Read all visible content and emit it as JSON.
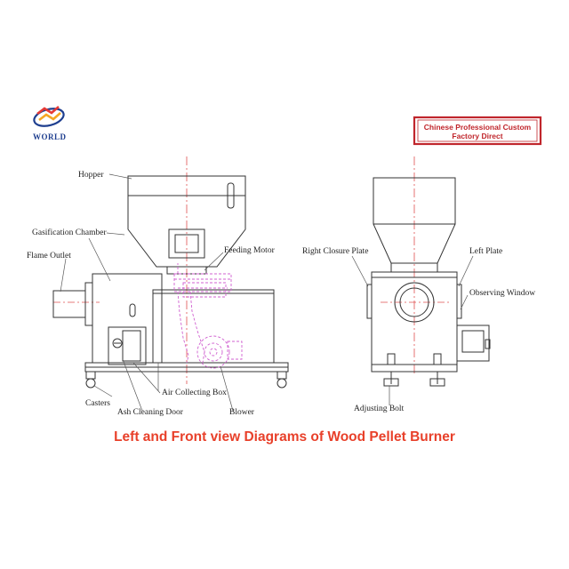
{
  "logo": {
    "text": "WORLD"
  },
  "stamp": {
    "line1": "Chinese Professional Custom",
    "line2": "Factory Direct"
  },
  "left_view": {
    "labels": {
      "hopper": "Hopper",
      "gasification_chamber": "Gasification Chamber",
      "flame_outlet": "Flame Outlet",
      "feeding_motor": "Feeding Motor",
      "air_collecting_box": "Air Collecting Box",
      "casters": "Casters",
      "ash_cleaning_door": "Ash Cleaning Door",
      "blower": "Blower"
    }
  },
  "front_view": {
    "labels": {
      "right_closure_plate": "Right Closure Plate",
      "left_plate": "Left Plate",
      "observing_window": "Observing Window",
      "adjusting_bolt": "Adjusting Bolt"
    }
  },
  "caption": "Left and Front view Diagrams of Wood Pellet Burner",
  "colors": {
    "caption": "#e8402a",
    "stamp": "#c0262c",
    "logo": "#1f3f8f",
    "centerline": "#e05050",
    "hidden_lines": "#d060d0"
  }
}
